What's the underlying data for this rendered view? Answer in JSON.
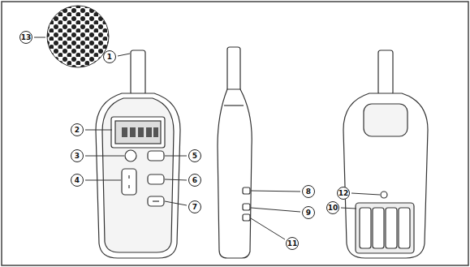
{
  "diagram": {
    "labels": [
      "13",
      "1",
      "2",
      "3",
      "4",
      "5",
      "6",
      "7",
      "8",
      "9",
      "11",
      "12",
      "10"
    ]
  }
}
